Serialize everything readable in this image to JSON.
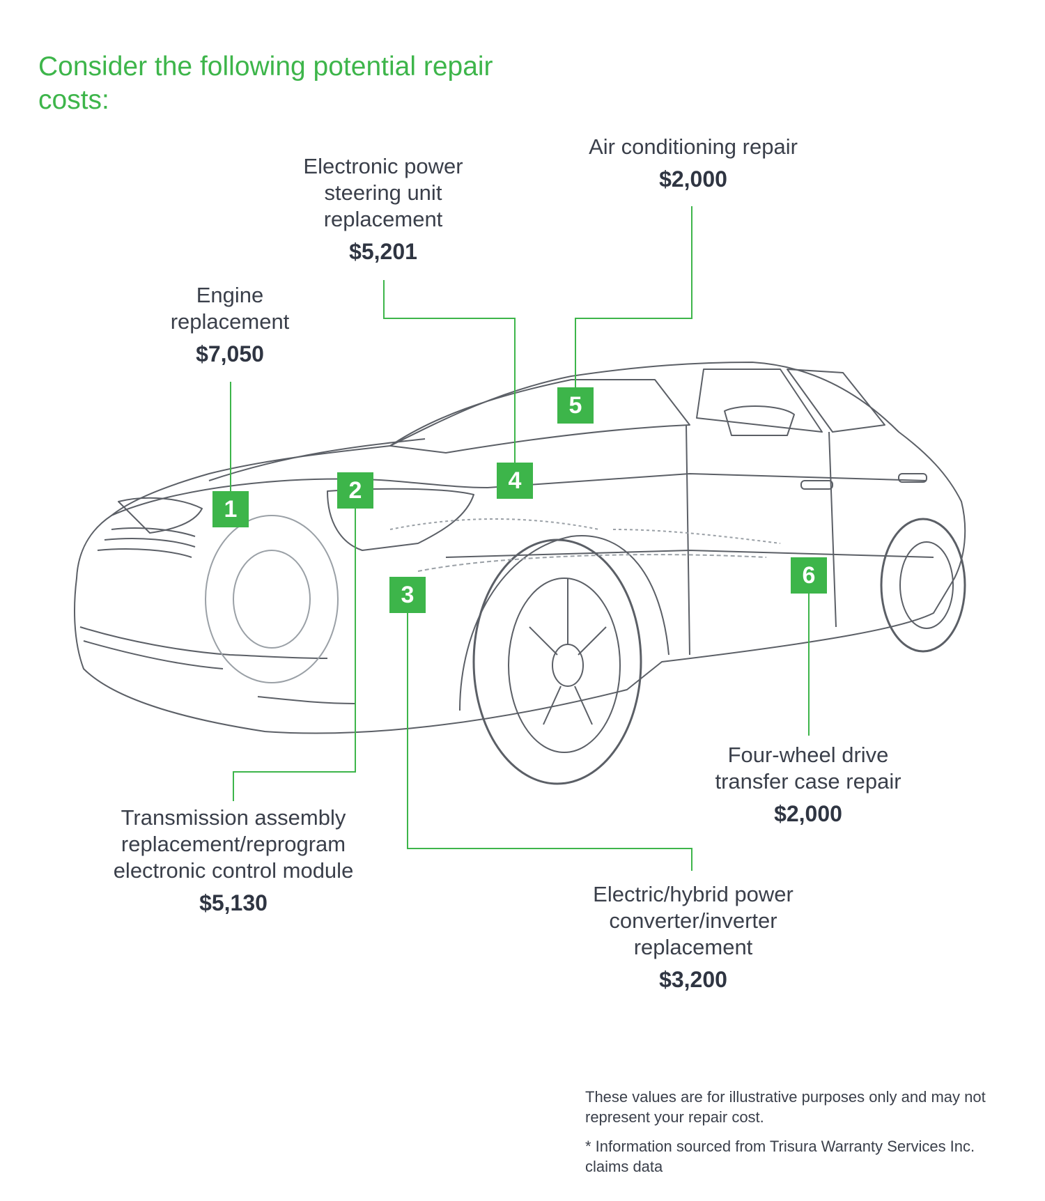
{
  "title": "Consider the following potential repair costs:",
  "items": [
    {
      "number": "1",
      "label": "Engine replacement",
      "price": "$7,050"
    },
    {
      "number": "2",
      "label": "Transmission assembly replacement/reprogram electronic control module",
      "price": "$5,130"
    },
    {
      "number": "3",
      "label": "Electric/hybrid power converter/inverter replacement",
      "price": "$3,200"
    },
    {
      "number": "4",
      "label": "Electronic power steering unit replacement",
      "price": "$5,201"
    },
    {
      "number": "5",
      "label": "Air conditioning repair",
      "price": "$2,000"
    },
    {
      "number": "6",
      "label": "Four-wheel drive transfer case repair",
      "price": "$2,000"
    }
  ],
  "footnote": {
    "disclaimer": "These values are for illustrative purposes only and may not represent your repair cost.",
    "source": "* Information sourced from Trisura Warranty Services Inc. claims data"
  },
  "colors": {
    "accent": "#3db54a",
    "text": "#3a3f4a",
    "line_art": "#5b5f66"
  }
}
